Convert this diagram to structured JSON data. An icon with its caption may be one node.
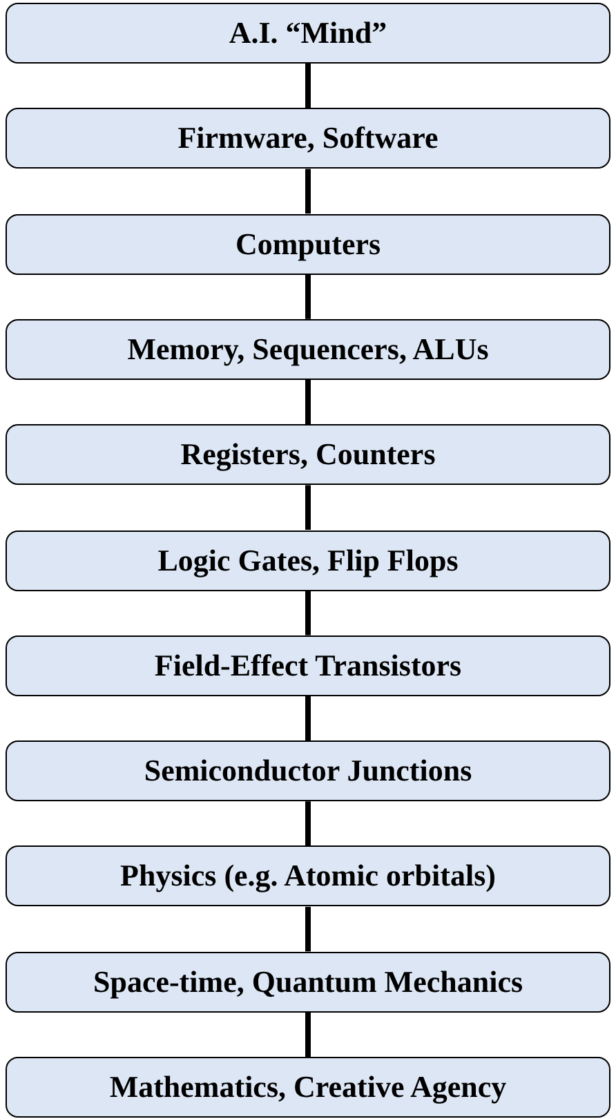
{
  "diagram": {
    "nodes": [
      {
        "text": [
          "A.I. “Mind”"
        ]
      },
      {
        "text": [
          "Firmware, Software"
        ]
      },
      {
        "text": [
          "Computers"
        ]
      },
      {
        "text": [
          "Memory, Sequencers, ALUs"
        ]
      },
      {
        "text": [
          "Registers, Counters"
        ]
      },
      {
        "text": [
          "Logic Gates, Flip Flops"
        ]
      },
      {
        "text": [
          "Field-Effect Transistors"
        ]
      },
      {
        "text": [
          "Semiconductor Junctions"
        ]
      },
      {
        "text": [
          "Physics (e.g. Atomic orbitals)"
        ]
      },
      {
        "text": [
          "Space-time, Quantum Mechanics"
        ]
      },
      {
        "text": [
          "Mathematics, Creative Agency"
        ]
      }
    ],
    "edges": [
      {
        "from": 0,
        "to": 1,
        "arrow": "none"
      },
      {
        "from": 1,
        "to": 2,
        "arrow": "none"
      },
      {
        "from": 2,
        "to": 3,
        "arrow": "none"
      },
      {
        "from": 3,
        "to": 4,
        "arrow": "none"
      },
      {
        "from": 4,
        "to": 5,
        "arrow": "none"
      },
      {
        "from": 5,
        "to": 6,
        "arrow": "none"
      },
      {
        "from": 6,
        "to": 7,
        "arrow": "none"
      },
      {
        "from": 7,
        "to": 8,
        "arrow": "none"
      },
      {
        "from": 8,
        "to": 9,
        "arrow": "none"
      },
      {
        "from": 9,
        "to": 10,
        "arrow": "none"
      }
    ]
  }
}
